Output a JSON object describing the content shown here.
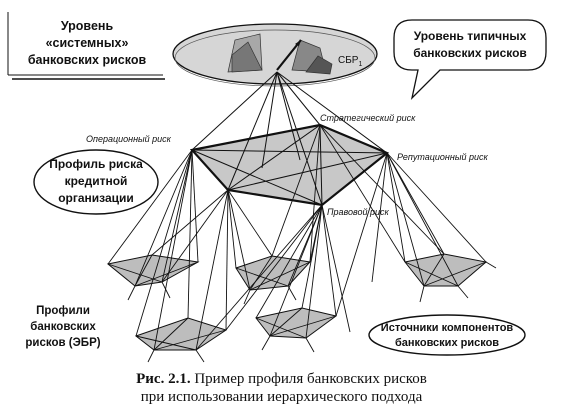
{
  "labels": {
    "systemic_level": [
      "Уровень",
      "«системных»",
      "банковских рисков"
    ],
    "typical_level": [
      "Уровень типичных",
      "банковских рисков"
    ],
    "sbr": "СБР",
    "sbr_sub": "1",
    "strategic": "Стратегический риск",
    "operational": "Операционный риск",
    "reputational": "Репутационный риск",
    "legal": "Правовой риск",
    "credit_profile": [
      "Профиль риска",
      "кредитной",
      "организации"
    ],
    "ebr_profiles": [
      "Профили",
      "банковских",
      "рисков (ЭБР)"
    ],
    "sources": [
      "Источники компонентов",
      "банковских рисков"
    ]
  },
  "caption": {
    "number": "Рис. 2.1.",
    "line1": " Пример профиля банковских рисков",
    "line2": "при использовании иерархического подхода"
  },
  "colors": {
    "stroke": "#111111",
    "main_polygon_fill": "#c8c8c8",
    "small_polygon_fill": "#bdbdbd",
    "disc_fill": "#d6d6d6",
    "sector_dark": "#777777",
    "sector_mid": "#a8a8a8"
  }
}
